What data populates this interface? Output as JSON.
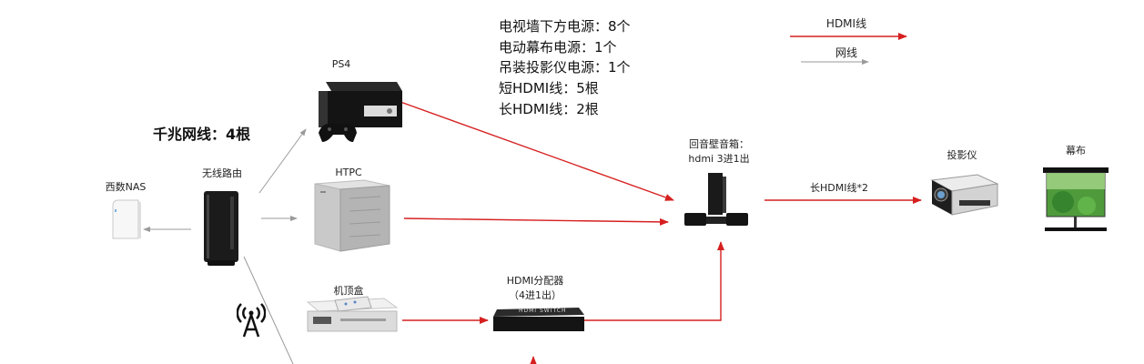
{
  "summary": {
    "lines": [
      "电视墙下方电源：8个",
      "电动幕布电源：1个",
      "吊装投影仪电源：1个",
      "短HDMI线：5根",
      "长HDMI线：2根"
    ]
  },
  "legend": {
    "hdmi": "HDMI线",
    "net": "网线",
    "hdmi_color": "#d62020",
    "net_color": "#9a9a9a"
  },
  "gigabit": "千兆网线：4根",
  "devices": {
    "nas": "西数NAS",
    "router": "无线路由",
    "ps4": "PS4",
    "htpc": "HTPC",
    "stb": "机顶盒",
    "splitter_line1": "HDMI分配器",
    "splitter_line2": "（4进1出）",
    "splitter_face": "HDMI SWITCH",
    "soundbar_line1": "回音壁音箱：",
    "soundbar_line2": "hdmi 3进1出",
    "long_cable": "长HDMI线*2",
    "projector": "投影仪",
    "screen": "幕布"
  }
}
